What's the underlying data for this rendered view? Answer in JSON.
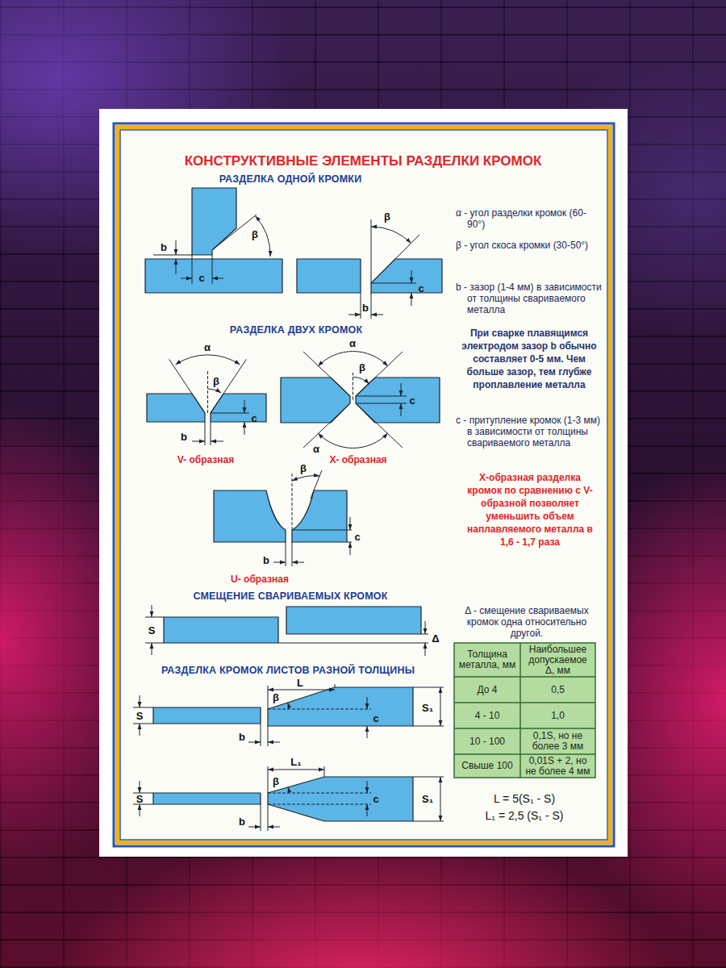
{
  "diagram": {
    "title": "КОНСТРУКТИВНЫЕ ЭЛЕМЕНТЫ РАЗДЕЛКИ КРОМОК",
    "labels": [
      "РАЗДЕЛКА ОДНОЙ КРОМКИ",
      "b",
      "c",
      "β",
      "β",
      "c",
      "b",
      "α - угол разделки кромок (60-90°)",
      "β - угол скоса кромки (30-50°)",
      "b - зазор (1-4 мм) в зависимости от толщины свариваемого металла",
      "РАЗДЕЛКА ДВУХ КРОМОК",
      "α",
      "β",
      "c",
      "b",
      "V- образная",
      "α",
      "β",
      "c",
      "α",
      "X- образная",
      "При сварке плавящимся электродом зазор b обычно составляет 0-5 мм. Чем больше зазор, тем глубже проплавление металла",
      "c - притупление кромок (1-3 мм) в зависимости от толщины свариваемого металла",
      "X-образная разделка кромок по сравнению с V-образной позволяет уменьшить объем наплавляемого металла в 1,6 - 1,7 раза",
      "β",
      "c",
      "b",
      "U- образная",
      "СМЕЩЕНИЕ СВАРИВАЕМЫХ КРОМОК",
      "S",
      "Δ",
      "Δ - смещение свариваемых кромок одна относительно другой.",
      "Толщина металла, мм",
      "Наибольшее допускаемое Δ, мм",
      "До 4",
      "0,5",
      "4 - 10",
      "1,0",
      "10 - 100",
      "0,1S, но не более 3 мм",
      "Свыше 100",
      "0,01S + 2, но не более 4 мм",
      "РАЗДЕЛКА КРОМОК ЛИСТОВ РАЗНОЙ ТОЛЩИНЫ",
      "L",
      "β",
      "S",
      "S₁",
      "c",
      "b",
      "L₁",
      "β",
      "S",
      "S₁",
      "c",
      "b",
      "L = 5(S₁ - S)",
      "L₁ = 2,5 (S₁ - S)"
    ]
  }
}
